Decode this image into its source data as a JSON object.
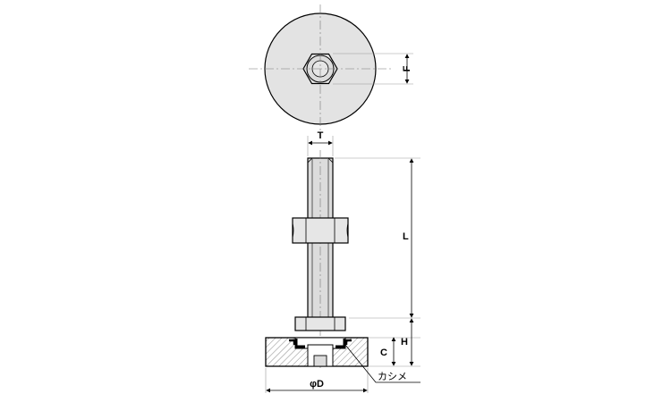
{
  "drawing": {
    "title": "",
    "labels": {
      "F": "F",
      "T": "T",
      "L": "L",
      "H": "H",
      "C": "C",
      "D": "φD",
      "caulk": "カシメ"
    }
  }
}
